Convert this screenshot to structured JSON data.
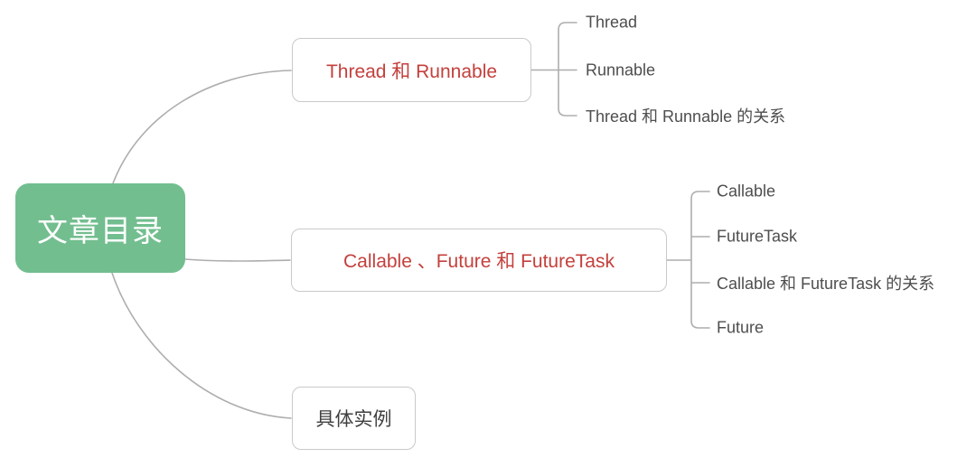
{
  "diagram": {
    "type": "mindmap",
    "colors": {
      "root_bg": "#72be8f",
      "root_text": "#ffffff",
      "branch_accent_red": "#c4403c",
      "branch_text_dark": "#3f3f3f",
      "leaf_text": "#4e4e4e",
      "connector_line": "#adadad",
      "box_border": "#c9c9c9"
    },
    "root": {
      "label": "文章目录"
    },
    "branches": [
      {
        "label": "Thread 和 Runnable",
        "children": [
          "Thread",
          "Runnable",
          "Thread 和 Runnable 的关系"
        ]
      },
      {
        "label": "Callable 、Future 和 FutureTask",
        "children": [
          "Callable",
          "FutureTask",
          "Callable 和 FutureTask 的关系",
          "Future"
        ]
      },
      {
        "label": "具体实例",
        "children": []
      }
    ]
  }
}
